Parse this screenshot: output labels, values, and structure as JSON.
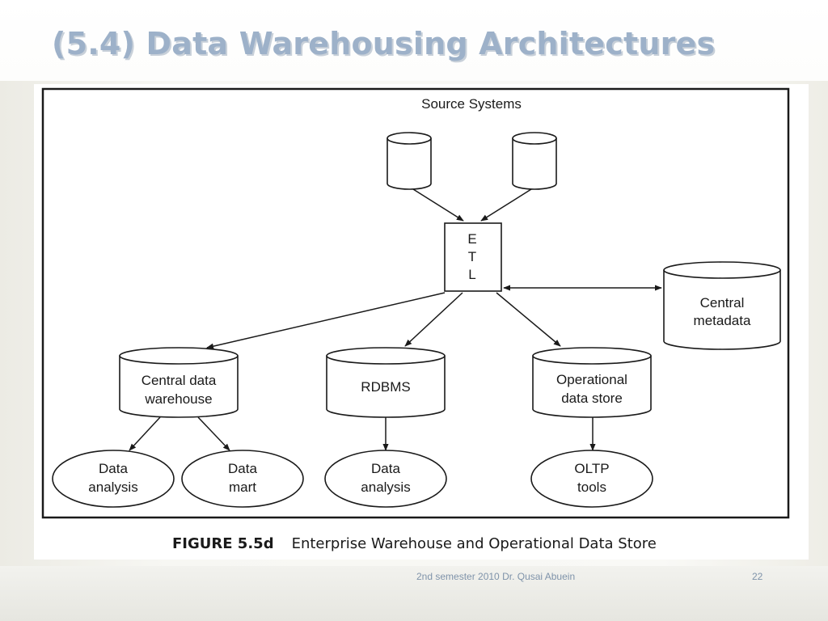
{
  "slide": {
    "title": "(5.4) Data Warehousing Architectures",
    "footer": "2nd semester 2010 Dr. Qusai Abuein",
    "page_number": "22"
  },
  "figure": {
    "number": "FIGURE 5.5d",
    "caption": "Enterprise Warehouse and Operational Data Store"
  },
  "diagram": {
    "source_label": "Source Systems",
    "etl": {
      "line1": "E",
      "line2": "T",
      "line3": "L"
    },
    "central_metadata": {
      "line1": "Central",
      "line2": "metadata"
    },
    "central_warehouse": {
      "line1": "Central data",
      "line2": "warehouse"
    },
    "rdbms": {
      "label": "RDBMS"
    },
    "ods": {
      "line1": "Operational",
      "line2": "data store"
    },
    "da1": {
      "line1": "Data",
      "line2": "analysis"
    },
    "mart": {
      "line1": "Data",
      "line2": "mart"
    },
    "da2": {
      "line1": "Data",
      "line2": "analysis"
    },
    "oltp": {
      "line1": "OLTP",
      "line2": "tools"
    }
  },
  "colors": {
    "title": "#9db1c9",
    "footer": "#7f93aa",
    "diagram_line": "#1a1a1a"
  }
}
